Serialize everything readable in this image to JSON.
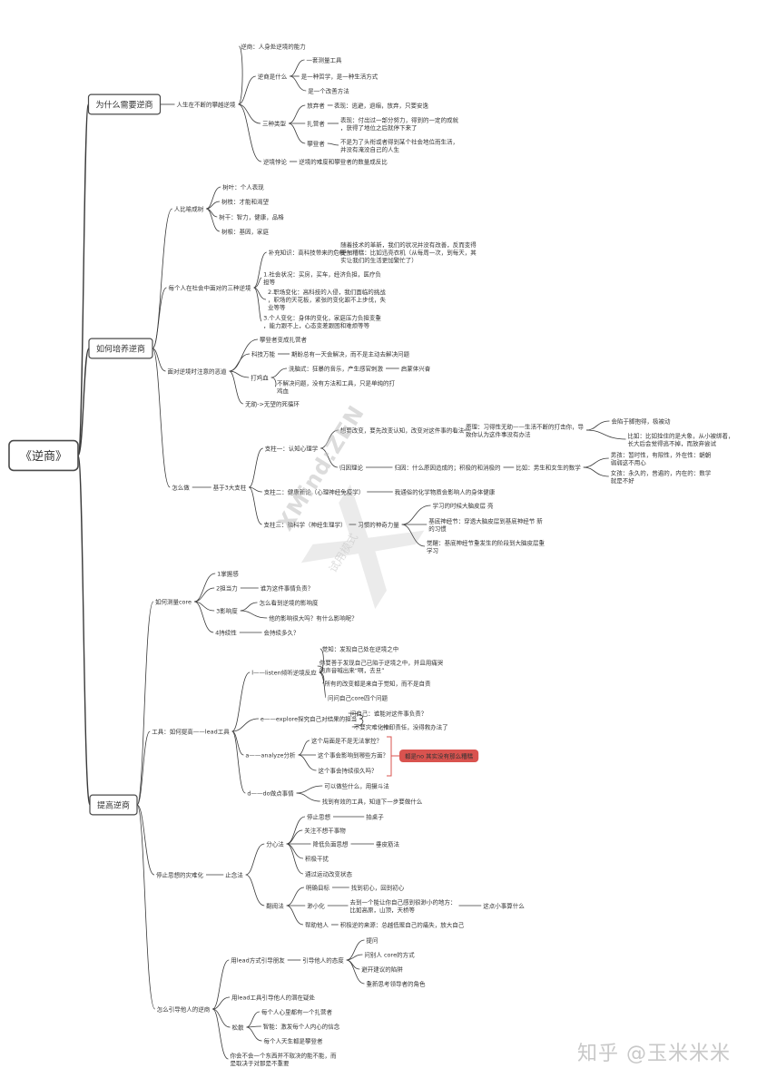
{
  "map": {
    "root": "《逆商》",
    "branches": [
      {
        "id": "b1",
        "label": "为什么需要逆商",
        "children": [
          {
            "id": "b1a",
            "label": "人生在不断的攀越逆境",
            "children": [
              {
                "id": "b1a1",
                "label": "逆商：人身处逆境的能力"
              },
              {
                "id": "b1a2",
                "label": "逆商是什么",
                "children": [
                  {
                    "id": "b1a2a",
                    "label": "一套测量工具"
                  },
                  {
                    "id": "b1a2b",
                    "label": "是一种哲学，是一种生活方式"
                  },
                  {
                    "id": "b1a2c",
                    "label": "是一个改善方法"
                  }
                ]
              },
              {
                "id": "b1a3",
                "label": "三种类型",
                "children": [
                  {
                    "id": "b1a3a",
                    "label": "放弃者",
                    "children": [
                      {
                        "id": "b1a3a1",
                        "label": "表现：逃避，退缩，放弃，只要安逸"
                      }
                    ]
                  },
                  {
                    "id": "b1a3b",
                    "label": "扎营者",
                    "children": [
                      {
                        "id": "b1a3b1",
                        "label": "表现：付出过一部分努力，得到的一定的成就，获得了地位之后就停下来了"
                      }
                    ]
                  },
                  {
                    "id": "b1a3c",
                    "label": "攀登者",
                    "children": [
                      {
                        "id": "b1a3c1",
                        "label": "不是为了头衔或者得到某个社会地位而生活，并没有淹没自己的人生"
                      }
                    ]
                  }
                ]
              },
              {
                "id": "b1a4",
                "label": "逆境悖论",
                "children": [
                  {
                    "id": "b1a4a",
                    "label": "逆境的难度和攀登者的数量成反比"
                  }
                ]
              }
            ]
          }
        ]
      },
      {
        "id": "b2",
        "label": "如何培养逆商",
        "children": [
          {
            "id": "b2a",
            "label": "人比喻成树",
            "children": [
              {
                "id": "b2a1",
                "label": "树叶：个人表现"
              },
              {
                "id": "b2a2",
                "label": "树枝：才能和渴望"
              },
              {
                "id": "b2a3",
                "label": "树干：智力，健康，品格"
              },
              {
                "id": "b2a4",
                "label": "树根：基因，家庭"
              }
            ]
          },
          {
            "id": "b2b",
            "label": "每个人在社会中面对的三种逆境",
            "children": [
              {
                "id": "b2b1",
                "label": "补充知识：高科技带来的危机",
                "children": [
                  {
                    "id": "b2b1a",
                    "label": "随着技术的革新，我们的状况并没有改善，反而变得更加糟糕：比如迅亮衣机（从每周一次，到每天，其实让我们的生活更加繁忙了）"
                  }
                ]
              },
              {
                "id": "b2b2",
                "label": "1.社会状况：买房，买车，经济负担，医疗负担等"
              },
              {
                "id": "b2b3",
                "label": "2.职场变化：高科技的入侵，我们面临的挑战，职场的天花板，紧张的变化跟不上步伐，失业等等"
              },
              {
                "id": "b2b4",
                "label": "3.个人变化：身体的变化，家庭压力负担变重，能力跟不上，心态变差跟困和难烦等等"
              }
            ]
          },
          {
            "id": "b2c",
            "label": "面对逆境时注意的恶道",
            "children": [
              {
                "id": "b2c1",
                "label": "攀登者变成扎营者"
              },
              {
                "id": "b2c2",
                "label": "科技万能",
                "children": [
                  {
                    "id": "b2c2a",
                    "label": "期盼总有一天会解决，而不是主动去解决问题"
                  }
                ]
              },
              {
                "id": "b2c3",
                "label": "打鸡血",
                "children": [
                  {
                    "id": "b2c3a",
                    "label": "洗脑式：狂暴的音乐，产生感官刺激",
                    "children": [
                      {
                        "id": "b2c3a1",
                        "label": "启蒙体兴奋"
                      }
                    ]
                  },
                  {
                    "id": "b2c3b",
                    "label": "不解决问题，没有方法和工具，只是单纯的打鸡血"
                  }
                ]
              },
              {
                "id": "b2c4",
                "label": "无助->无望的死循环"
              }
            ]
          },
          {
            "id": "b2d",
            "label": "怎么做",
            "children": [
              {
                "id": "b2d1",
                "label": "基于3大支柱",
                "children": [
                  {
                    "id": "b2d1a",
                    "label": "支柱一：认知心理学",
                    "children": [
                      {
                        "id": "b2d1a1",
                        "label": "想要改变，要先改变认知，改变对这件事的看法",
                        "children": [
                          {
                            "id": "b2d1a1a",
                            "label": "原理：习得性无助——生活不断的打击你，导致你认为这件事没有办法",
                            "children": [
                              {
                                "id": "b2d1a1a1",
                                "label": "会陷于脚抱得，极被动"
                              },
                              {
                                "id": "b2d1a1a2",
                                "label": "比如：比如拴住的是大象，从小被绑着，长大后会觉得逃不掉，而放弃尝试"
                              }
                            ]
                          }
                        ]
                      },
                      {
                        "id": "b2d1a2",
                        "label": "归因理论",
                        "children": [
                          {
                            "id": "b2d1a2a",
                            "label": "归因：什么原因造成的；积极的和消极的",
                            "children": [
                              {
                                "id": "b2d1a2a1",
                                "label": "比如：男生和女生的数学",
                                "children": [
                                  {
                                    "id": "b2d1a2a1a",
                                    "label": "男孩：暂时性，有限性，外在性：朝朝弱弱这不用心"
                                  },
                                  {
                                    "id": "b2d1a2a1b",
                                    "label": "女孩：永久的，普遍的，内在的：数学就是不好"
                                  }
                                ]
                              }
                            ]
                          }
                        ]
                      }
                    ]
                  },
                  {
                    "id": "b2d1b",
                    "label": "支柱二：健康新论（心理神经免疫学）",
                    "children": [
                      {
                        "id": "b2d1b1",
                        "label": "我通俗的化学物质会影响人的身体健康"
                      }
                    ]
                  },
                  {
                    "id": "b2d1c",
                    "label": "支柱三：脑科学（神经生理学）",
                    "children": [
                      {
                        "id": "b2d1c1",
                        "label": "习惯的神奇力量",
                        "children": [
                          {
                            "id": "b2d1c1a",
                            "label": "学习的时候大脑皮层 亮"
                          },
                          {
                            "id": "b2d1c1b",
                            "label": "基底神经节：穿透大脑皮层到基底神经节 新的习惯"
                          },
                          {
                            "id": "b2d1c1c",
                            "label": "觉醒：基底神经节重发生的阶段到大脑皮层重学习"
                          }
                        ]
                      }
                    ]
                  }
                ]
              }
            ]
          }
        ]
      },
      {
        "id": "b3",
        "label": "提高逆商",
        "children": [
          {
            "id": "b3a",
            "label": "如何测量core",
            "children": [
              {
                "id": "b3a1",
                "label": "1掌握感"
              },
              {
                "id": "b3a2",
                "label": "2担当力",
                "children": [
                  {
                    "id": "b3a2a",
                    "label": "谁为这件事情负责？"
                  }
                ]
              },
              {
                "id": "b3a3",
                "label": "3影响度",
                "children": [
                  {
                    "id": "b3a3a",
                    "label": "怎么看到逆境的影响度"
                  },
                  {
                    "id": "b3a3b",
                    "label": "他的影响很大吗？有什么影响呢？"
                  }
                ]
              },
              {
                "id": "b3a4",
                "label": "4持续性",
                "children": [
                  {
                    "id": "b3a4a",
                    "label": "会持续多久？"
                  }
                ]
              }
            ]
          },
          {
            "id": "b3b",
            "label": "工具：如何提高——lead工具",
            "children": [
              {
                "id": "b3b1",
                "label": "l——listen倾听逆境反应",
                "children": [
                  {
                    "id": "b3b1a",
                    "label": "觉知：发现自己处在逆境之中"
                  },
                  {
                    "id": "b3b1b",
                    "label": "你要善于发现自己已陷于逆境之中，并且用痛哭的声音喊出来“啊，去旦”"
                  },
                  {
                    "id": "b3b1c",
                    "label": "所有的改变都是来自于觉知，而不是自责"
                  },
                  {
                    "id": "b3b1d",
                    "label": "问问自己core四个问题"
                  }
                ]
              },
              {
                "id": "b3b2",
                "label": "e——explore探究自己对结果的担当",
                "children": [
                  {
                    "id": "b3b2a",
                    "label": "问自己：谁能对这件事负责？"
                  },
                  {
                    "id": "b3b2b",
                    "label": "不要灾难化",
                    "children": [
                      {
                        "id": "b3b2b1",
                        "label": "推卸责任，没得救办法了"
                      }
                    ]
                  }
                ]
              },
              {
                "id": "b3b3",
                "label": "a——analyze分析",
                "children": [
                  {
                    "id": "b3b3a",
                    "label": "这个局面是不是无法掌控？"
                  },
                  {
                    "id": "b3b3b",
                    "label": "这个事会影响到哪些方面？"
                  },
                  {
                    "id": "b3b3c",
                    "label": "这个事会持续很久吗？"
                  }
                ]
              },
              {
                "id": "b3b4",
                "label": "d——do做点事情",
                "children": [
                  {
                    "id": "b3b4a",
                    "label": "可以做些什么，用摄斗法"
                  },
                  {
                    "id": "b3b4b",
                    "label": "找到有效的工具，知道下一步要做什么"
                  }
                ]
              }
            ]
          },
          {
            "id": "b3c",
            "label": "停止思想的灾难化",
            "children": [
              {
                "id": "b3c1",
                "label": "止念法",
                "children": [
                  {
                    "id": "b3c1a",
                    "label": "分心法",
                    "children": [
                      {
                        "id": "b3c1a1",
                        "label": "停止思想",
                        "children": [
                          {
                            "id": "b3c1a1a",
                            "label": "拍桌子"
                          }
                        ]
                      },
                      {
                        "id": "b3c1a2",
                        "label": "关注不想干事物"
                      },
                      {
                        "id": "b3c1a3",
                        "label": "降低负面思想",
                        "children": [
                          {
                            "id": "b3c1a3a",
                            "label": "垂皮筋法"
                          }
                        ]
                      },
                      {
                        "id": "b3c1a4",
                        "label": "积极干扰"
                      },
                      {
                        "id": "b3c1a5",
                        "label": "通过运动改变状态"
                      }
                    ]
                  },
                  {
                    "id": "b3c1b",
                    "label": "翻阅法",
                    "children": [
                      {
                        "id": "b3c1b1",
                        "label": "明确目标",
                        "children": [
                          {
                            "id": "b3c1b1a",
                            "label": "找到初心，回到初心"
                          }
                        ]
                      },
                      {
                        "id": "b3c1b2",
                        "label": "渺小化",
                        "children": [
                          {
                            "id": "b3c1b2a",
                            "label": "去到一个能让你自己感到很渺小的地方：比如高原，山顶，天桥等",
                            "children": [
                              {
                                "id": "b3c1b2a1",
                                "label": "这点小事算什么"
                              }
                            ]
                          }
                        ]
                      },
                      {
                        "id": "b3c1b3",
                        "label": "帮助他人",
                        "children": [
                          {
                            "id": "b3c1b3a",
                            "label": "积极逆的来源：总越低聚自己的痛失，放大自己"
                          }
                        ]
                      }
                    ]
                  }
                ]
              }
            ]
          },
          {
            "id": "b3d",
            "label": "怎么引导他人的逆商",
            "children": [
              {
                "id": "b3d1",
                "label": "用lead方式引导朋友",
                "children": [
                  {
                    "id": "b3d1a",
                    "label": "引导他人的态度",
                    "children": [
                      {
                        "id": "b3d1a1",
                        "label": "提问"
                      },
                      {
                        "id": "b3d1a2",
                        "label": "问别人 core的方式"
                      },
                      {
                        "id": "b3d1a3",
                        "label": "避开建议的陷阱"
                      },
                      {
                        "id": "b3d1a4",
                        "label": "重新思考领导者的角色"
                      }
                    ]
                  }
                ]
              },
              {
                "id": "b3d2",
                "label": "用lead工具引导他人的潜在疑处"
              },
              {
                "id": "b3d3",
                "label": "松散",
                "children": [
                  {
                    "id": "b3d3a",
                    "label": "每个人心里都有一个扎营者"
                  },
                  {
                    "id": "b3d3b",
                    "label": "智能：激发每个人内心的信念"
                  },
                  {
                    "id": "b3d3c",
                    "label": "每个人天生都是攀登者"
                  }
                ]
              },
              {
                "id": "b3d4",
                "label": "你会不会一个东西并不取决的能不能，而是取决于对那是不重要"
              }
            ]
          }
        ]
      }
    ]
  },
  "callout": {
    "label": "都是no 其实没有那么糟糕",
    "color": "#d9534f"
  },
  "watermark": {
    "brand": "XMind:ZEN",
    "sub": "试用模式"
  },
  "attribution": "知乎 @玉米米米",
  "colors": {
    "line": "#3a3a3a",
    "text": "#333333",
    "box_border": "#4a4a4a"
  }
}
